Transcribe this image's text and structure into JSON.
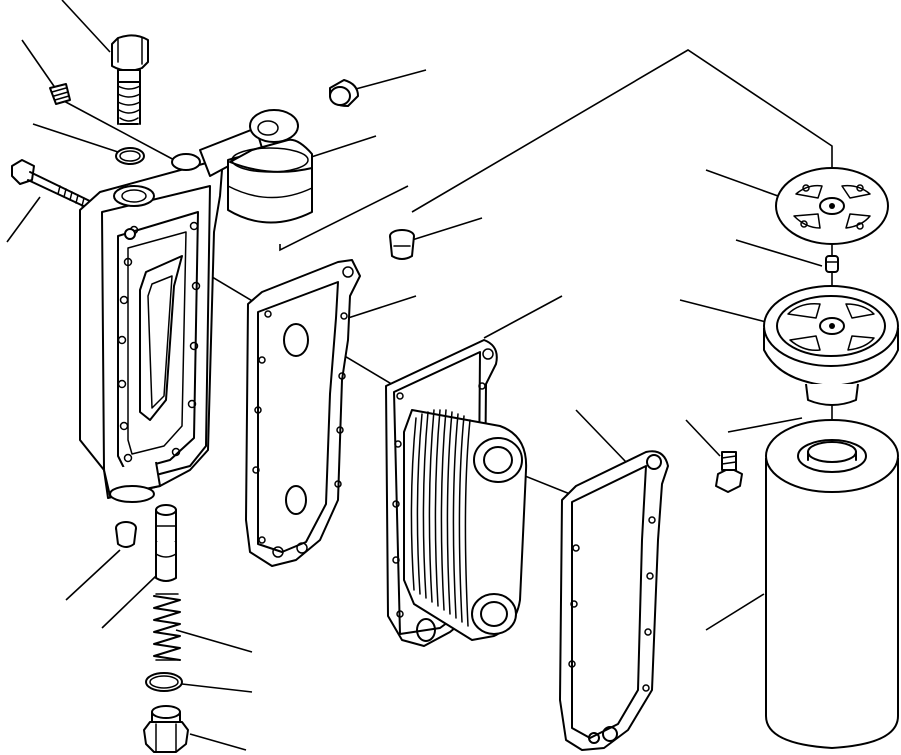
{
  "diagram": {
    "kind": "exploded parts drawing",
    "labels_printed": false,
    "parts": [
      {
        "id": "plug-top",
        "icon": "hex-plug-icon"
      },
      {
        "id": "small-screw",
        "icon": "screw-icon"
      },
      {
        "id": "o-ring-top",
        "icon": "o-ring-icon"
      },
      {
        "id": "long-bolt",
        "icon": "bolt-icon"
      },
      {
        "id": "cooler-housing",
        "icon": "housing-icon"
      },
      {
        "id": "pipe-elbow",
        "icon": "elbow-pipe-icon"
      },
      {
        "id": "cap-plug",
        "icon": "cap-icon"
      },
      {
        "id": "nozzle",
        "icon": "nozzle-icon"
      },
      {
        "id": "gasket-1",
        "icon": "gasket-icon"
      },
      {
        "id": "oil-cooler-element",
        "icon": "cooler-core-icon"
      },
      {
        "id": "gasket-2",
        "icon": "gasket-icon"
      },
      {
        "id": "filter-disc",
        "icon": "disc-icon"
      },
      {
        "id": "small-pin",
        "icon": "pin-icon"
      },
      {
        "id": "filter-head",
        "icon": "filter-head-icon"
      },
      {
        "id": "bolt-small",
        "icon": "bolt-icon"
      },
      {
        "id": "oil-filter",
        "icon": "cartridge-icon"
      },
      {
        "id": "plug-small",
        "icon": "plug-icon"
      },
      {
        "id": "valve",
        "icon": "valve-icon"
      },
      {
        "id": "spring",
        "icon": "spring-icon"
      },
      {
        "id": "o-ring-bottom",
        "icon": "o-ring-icon"
      },
      {
        "id": "plug-bottom",
        "icon": "hex-plug-icon"
      }
    ]
  }
}
